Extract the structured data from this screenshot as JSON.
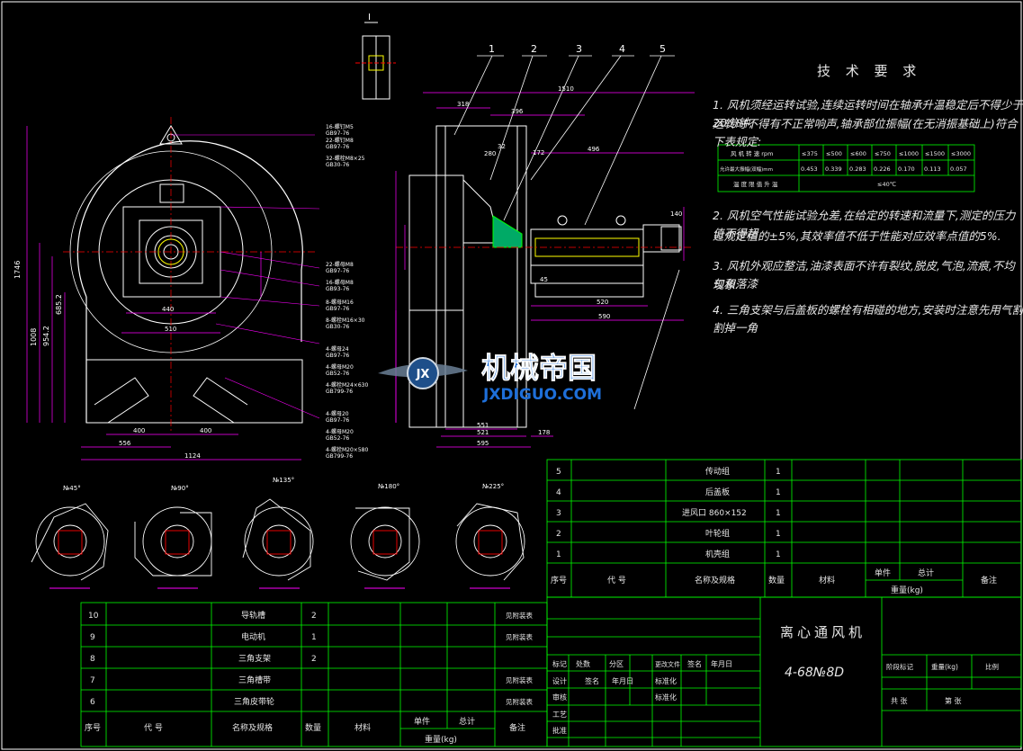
{
  "requirements": {
    "title": "技 术 要 求",
    "item1_l1": "1. 风机须经运转试验,连续运转时间在轴承升温稳定后不得少于20分钟,",
    "item1_l2": "运转时不得有不正常响声,轴承部位振幅(在无消振基础上)符合下表规定:",
    "item2_l1": "2. 风机空气性能试验允差,在给定的转速和流量下,测定的压力值不得超",
    "item2_l2": "过规定值的±5%,其效率值不低于性能对应效率点值的5%.",
    "item3_l1": "3. 风机外观应整洁,油漆表面不许有裂纹,脱皮,气泡,流痕,不均匀和落漆",
    "item3_l2": "现象.",
    "item4": "4. 三角支架与后盖板的螺栓有相碰的地方,安装时注意先用气割割掉一角"
  },
  "vib_table": {
    "row1_label": "风 机 转 速 rpm",
    "row1_values": [
      "≤375",
      "≤500",
      "≤600",
      "≤750",
      "≤1000",
      "≤1500",
      "≤3000"
    ],
    "row2_label": "允许最大振幅(双幅)mm",
    "row2_values": [
      "0.453",
      "0.339",
      "0.283",
      "0.226",
      "0.170",
      "0.113",
      "0.057"
    ],
    "row3_label": "温 度 限 值 升 温",
    "row3_value": "≤40℃"
  },
  "bom_upper": {
    "rows": [
      {
        "no": "5",
        "name": "传动组",
        "qty": "1"
      },
      {
        "no": "4",
        "name": "后盖板",
        "qty": "1"
      },
      {
        "no": "3",
        "name": "进风口 860×152",
        "qty": "1"
      },
      {
        "no": "2",
        "name": "叶轮组",
        "qty": "1"
      },
      {
        "no": "1",
        "name": "机壳组",
        "qty": "1"
      }
    ],
    "header": {
      "no": "序号",
      "code": "代 号",
      "name": "名称及规格",
      "qty": "数量",
      "material": "材料",
      "single": "单件",
      "total": "总计",
      "weight": "重量(kg)",
      "remark": "备注"
    }
  },
  "bom_lower": {
    "rows": [
      {
        "no": "10",
        "name": "导轨槽",
        "qty": "2",
        "remark": "见附装表"
      },
      {
        "no": "9",
        "name": "电动机",
        "qty": "1",
        "remark": "见附装表"
      },
      {
        "no": "8",
        "name": "三角支架",
        "qty": "2",
        "remark": ""
      },
      {
        "no": "7",
        "name": "三角槽带",
        "qty": "",
        "remark": "见附装表"
      },
      {
        "no": "6",
        "name": "三角皮带轮",
        "qty": "",
        "remark": "见附装表"
      }
    ],
    "header": {
      "no": "序号",
      "code": "代 号",
      "name": "名称及规格",
      "qty": "数量",
      "material": "材料",
      "single": "单件",
      "total": "总计",
      "weight": "重量(kg)",
      "remark": "备注"
    }
  },
  "title_block": {
    "title": "离心通风机",
    "drawing_no": "4-68№8D",
    "row_marks": [
      "标记",
      "处数",
      "分区",
      "更改文件",
      "签名",
      "年月日"
    ],
    "row_design": [
      "设计",
      "签名",
      "年月日",
      "标准化"
    ],
    "row_check": "审核",
    "row_process": "工艺",
    "row_approve": "批准",
    "stage": "阶段标记",
    "weight": "重量(kg)",
    "scale": "比例",
    "sheets": "共 张",
    "sheet": "第 张",
    "std_label": "标准化"
  },
  "callouts": [
    "1",
    "2",
    "3",
    "4",
    "5"
  ],
  "detail_label": "I",
  "orientations": [
    "№45°",
    "№90°",
    "№135°",
    "№180°",
    "№225°"
  ],
  "dims": {
    "d1746": "1746",
    "d1008": "1008",
    "d954": "954.2",
    "d685": "685.2",
    "d440": "440",
    "d510": "510",
    "d400a": "400",
    "d400b": "400",
    "d556": "556",
    "d1124": "1124",
    "d1510": "1510",
    "d318": "318",
    "d396": "396",
    "d496": "496",
    "d520": "520",
    "d590": "590",
    "d551": "551",
    "d521": "521",
    "d595": "595",
    "d178": "178",
    "d140": "140",
    "d45": "45",
    "d172": "172",
    "d280": "280",
    "d32": "32"
  },
  "part_notes": [
    "16-螺钉M5",
    "GB97-76",
    "22-螺钉M8",
    "GB97-76",
    "32-螺栓M8×25",
    "GB30-76",
    "22-螺母M8",
    "GB97-76",
    "16-螺母M8",
    "GB93-76",
    "8-螺母M16",
    "GB97-76",
    "8-螺栓M16×30",
    "GB30-76",
    "4-螺母24",
    "GB97-76",
    "4-螺母M20",
    "GB52-76",
    "4-螺栓M24×630",
    "GB799-76",
    "4-螺母20",
    "GB97-76",
    "4-螺母M20",
    "GB52-76",
    "4-螺栓M20×580",
    "GB799-76"
  ],
  "watermark": {
    "cn": "机械帝国",
    "en": "JXDIGUO.COM"
  },
  "colors": {
    "bg": "#000000",
    "line": "#ffffff",
    "dim": "#ff00ff",
    "table": "#00ff00",
    "text": "#e6e6e6",
    "yellow": "#ffff00",
    "cyan": "#00ffff",
    "red": "#ff0000",
    "brand": "#1e6fd9"
  }
}
